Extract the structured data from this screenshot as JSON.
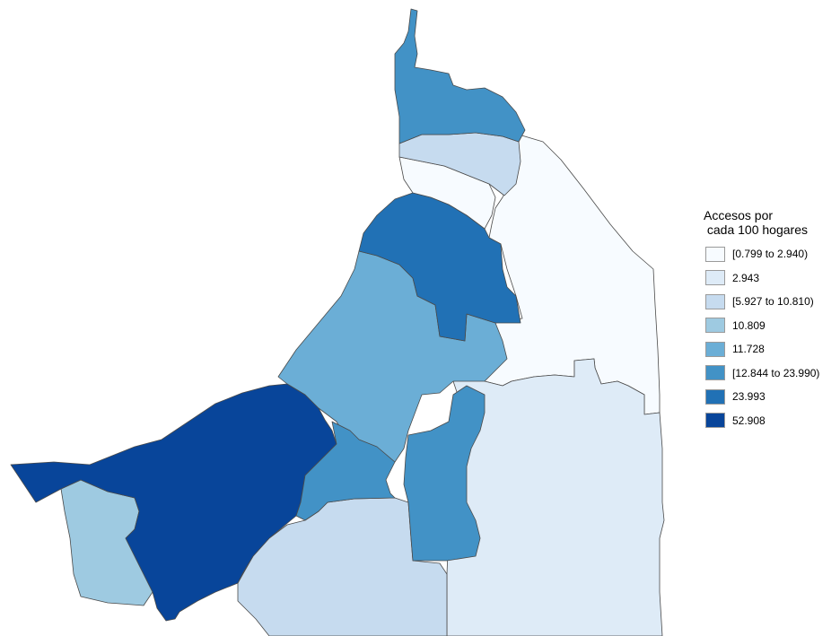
{
  "map": {
    "legend": {
      "title": "Accesos por\n cada 100 hogares",
      "items": [
        {
          "label": "[0.799 to 2.940)",
          "color": "#f7fbff"
        },
        {
          "label": "2.943",
          "color": "#deebf7"
        },
        {
          "label": "[5.927 to 10.810)",
          "color": "#c6dbef"
        },
        {
          "label": "10.809",
          "color": "#9ecae1"
        },
        {
          "label": "11.728",
          "color": "#6baed6"
        },
        {
          "label": "[12.844 to 23.990)",
          "color": "#4292c6"
        },
        {
          "label": "23.993",
          "color": "#2171b5"
        },
        {
          "label": "52.908",
          "color": "#08459a"
        }
      ]
    }
  }
}
